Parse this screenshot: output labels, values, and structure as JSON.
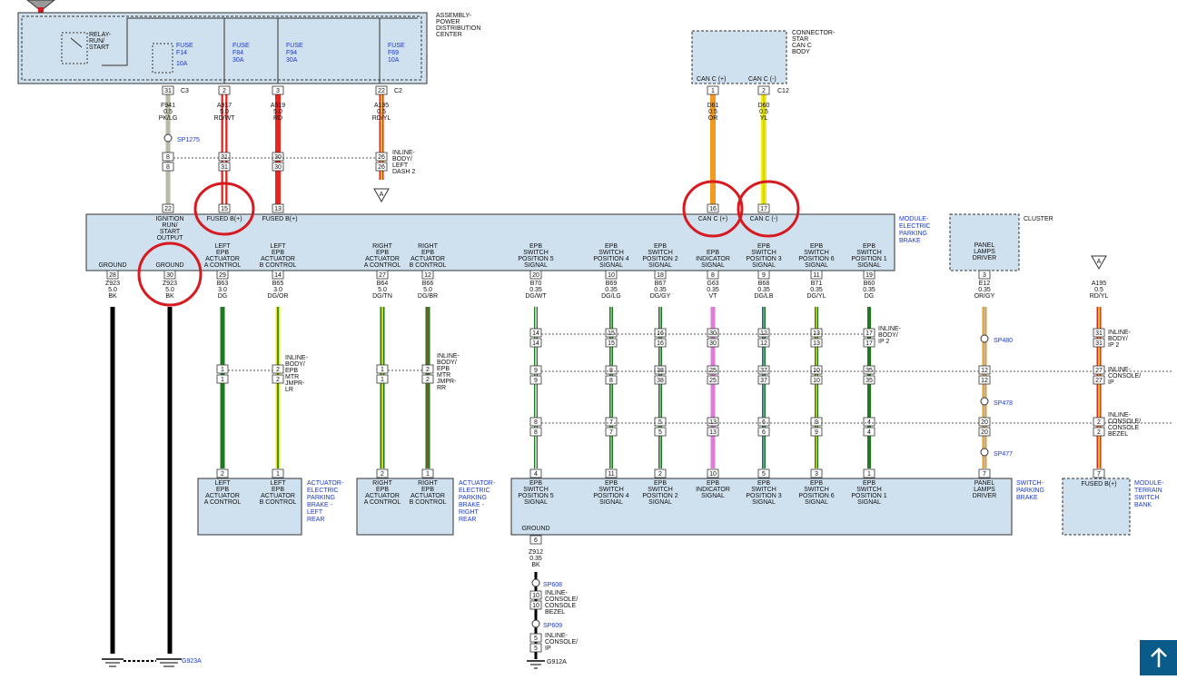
{
  "pdc": {
    "title": "ASSEMBLY-POWER DISTRIBUTION CENTER",
    "relay": "RELAY-RUN/START",
    "fuses": [
      {
        "name": "FUSE F14 10A",
        "pin": "31",
        "conn": "C3",
        "wire": "F941",
        "gauge": "0.5",
        "color": "PK/LG"
      },
      {
        "name": "FUSE F84 30A",
        "pin": "2",
        "conn": "",
        "wire": "A917",
        "gauge": "5.0",
        "color": "RD/WT"
      },
      {
        "name": "FUSE F94 30A",
        "pin": "3",
        "conn": "",
        "wire": "A919",
        "gauge": "5.0",
        "color": "RD"
      },
      {
        "name": "FUSE F69 10A",
        "pin": "22",
        "conn": "C2",
        "wire": "A195",
        "gauge": "0.5",
        "color": "RD/YL"
      }
    ]
  },
  "star": {
    "title": "CONNECTOR-STAR CAN C BODY",
    "pins": [
      {
        "label": "CAN C (+)",
        "pin": "1",
        "wire": "D61",
        "gauge": "0.5",
        "color": "OR"
      },
      {
        "label": "CAN C (-)",
        "pin": "2",
        "wire": "D60",
        "gauge": "0.5",
        "color": "YL"
      }
    ],
    "conn": "C12"
  },
  "splices": {
    "sp1275": "SP1275",
    "sp480": "SP480",
    "sp478": "SP478",
    "sp477": "SP477",
    "sp608": "SP608",
    "sp609": "SP609"
  },
  "inline_labels": {
    "body_dash2": "INLINE-BODY/LEFT DASH 2",
    "epb_lr": "INLINE-BODY/EPB MTR JMPR-LR",
    "epb_rr": "INLINE-BODY/EPB MTR JMPR-RR",
    "body_ip2": "INLINE-BODY/IP 2",
    "console_ip": "INLINE-CONSOLE/IP",
    "console_bezel": "INLINE-CONSOLE/CONSOLE BEZEL",
    "console_bezel_2": "INLINE-CONSOLE/CONSOLE BEZEL",
    "console_ip_2": "INLINE-CONSOLE/IP"
  },
  "module_epb": {
    "title": "MODULE-ELECTRIC PARKING BRAKE",
    "pins": [
      {
        "label": "GROUND",
        "pin": "28",
        "wire": "Z923",
        "gauge": "5.0",
        "color": "BK"
      },
      {
        "label": "IGNITION RUN/START OUTPUT GROUND",
        "pin": "30",
        "wire": "Z923",
        "gauge": "5.0",
        "color": "BK",
        "top_pin": "22"
      },
      {
        "label": "FUSED B(+) / LEFT EPB ACTUATOR A CONTROL",
        "pin": "29",
        "wire": "B63",
        "gauge": "3.0",
        "color": "DG",
        "top_pin": "15"
      },
      {
        "label": "FUSED B(+) / LEFT EPB ACTUATOR B CONTROL",
        "pin": "14",
        "wire": "B65",
        "gauge": "3.0",
        "color": "DG/OR",
        "top_pin": "13"
      },
      {
        "label": "RIGHT EPB ACTUATOR A CONTROL",
        "pin": "27",
        "wire": "B64",
        "gauge": "5.0",
        "color": "DG/TN"
      },
      {
        "label": "RIGHT EPB ACTUATOR B CONTROL",
        "pin": "12",
        "wire": "B66",
        "gauge": "5.0",
        "color": "DG/BR"
      },
      {
        "label": "EPB SWITCH POSITION 5 SIGNAL",
        "pin": "20",
        "wire": "B70",
        "gauge": "0.35",
        "color": "DG/WT"
      },
      {
        "label": "EPB SWITCH POSITION 4 SIGNAL",
        "pin": "10",
        "wire": "B69",
        "gauge": "0.35",
        "color": "DG/LG"
      },
      {
        "label": "EPB SWITCH POSITION 2 SIGNAL",
        "pin": "18",
        "wire": "B67",
        "gauge": "0.35",
        "color": "DG/GY"
      },
      {
        "label": "EPB INDICATOR SIGNAL",
        "pin": "8",
        "wire": "G63",
        "gauge": "0.35",
        "color": "VT",
        "top_pin": "16",
        "top_label": "CAN C (+)"
      },
      {
        "label": "EPB SWITCH POSITION 3 SIGNAL",
        "pin": "9",
        "wire": "B68",
        "gauge": "0.35",
        "color": "DG/LB",
        "top_pin": "17",
        "top_label": "CAN C (-)"
      },
      {
        "label": "EPB SWITCH POSITION 6 SIGNAL",
        "pin": "11",
        "wire": "B71",
        "gauge": "0.35",
        "color": "DG/YL"
      },
      {
        "label": "EPB SWITCH POSITION 1 SIGNAL",
        "pin": "19",
        "wire": "B60",
        "gauge": "0.35",
        "color": "DG"
      }
    ]
  },
  "cluster": {
    "title": "CLUSTER",
    "label": "PANEL LAMPS DRIVER",
    "pin": "3",
    "wire": "E12",
    "gauge": "0.35",
    "color": "OR/GY"
  },
  "terrain": {
    "title": "MODULE-TERRAIN SWITCH BANK",
    "label": "FUSED B(+)",
    "pin": "7",
    "wire": "A195",
    "gauge": "0.5",
    "color": "RD/YL"
  },
  "actuator_lr": {
    "title": "ACTUATOR-ELECTRIC PARKING BRAKE - LEFT REAR",
    "labels": [
      "LEFT EPB ACTUATOR A CONTROL",
      "LEFT EPB ACTUATOR B CONTROL"
    ],
    "pins": [
      "2",
      "1"
    ]
  },
  "actuator_rr": {
    "title": "ACTUATOR-ELECTRIC PARKING BRAKE - RIGHT REAR",
    "labels": [
      "RIGHT EPB ACTUATOR A CONTROL",
      "RIGHT EPB ACTUATOR B CONTROL"
    ],
    "pins": [
      "2",
      "1"
    ]
  },
  "switch_epb": {
    "title": "SWITCH-PARKING BRAKE",
    "ground": "GROUND",
    "ground_pin": "6",
    "ground_wire": "Z912",
    "ground_gauge": "0.35",
    "ground_color": "BK"
  },
  "grounds": {
    "g923a": "G923A",
    "g912a": "G912A"
  },
  "offpage": {
    "a": "A"
  },
  "colors": {
    "black": "#000000",
    "red": "#e8261f",
    "orange": "#f29a1e",
    "yellow": "#f2e81a",
    "green": "#1f7a1f",
    "violet": "#e07ad8",
    "pink": "#e59bb0",
    "module_fill": "#cfe0ee",
    "circle": "#d71920",
    "link": "#1a3ad0"
  }
}
